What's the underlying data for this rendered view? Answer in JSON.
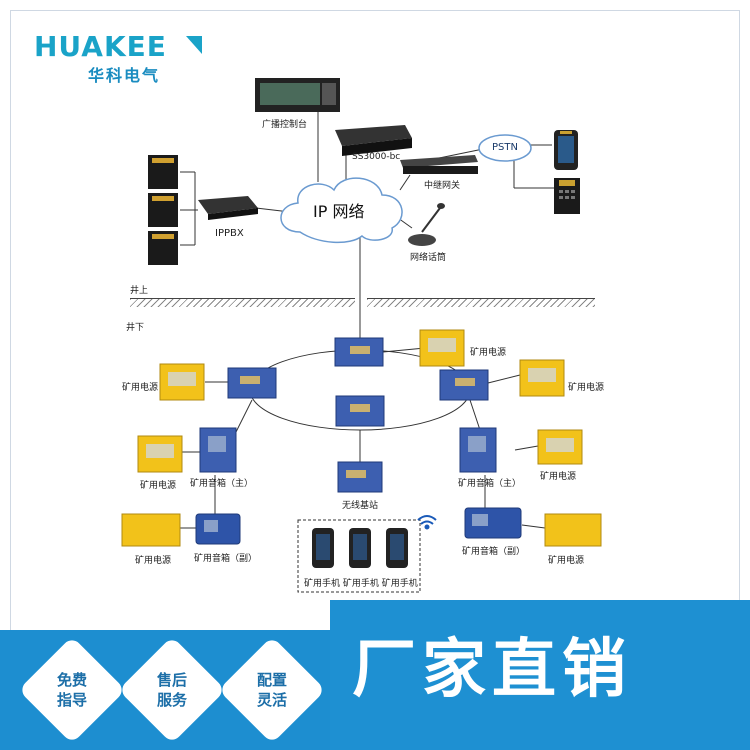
{
  "brand": {
    "name_en": "HUAKEE",
    "name_cn": "华科电气"
  },
  "labels": {
    "console": "广播控制台",
    "ss3000": "SS3000-bc",
    "pstn": "PSTN",
    "relay_gateway": "中继网关",
    "ip_network": "IP 网络",
    "ippbx": "IPPBX",
    "network_mic": "网络话筒",
    "above_ground": "井上",
    "below_ground": "井下",
    "power_1": "矿用电源",
    "power_2": "矿用电源",
    "power_3": "矿用电源",
    "power_4": "矿用电源",
    "power_5": "矿用电源",
    "power_6": "矿用电源",
    "speaker_main_left": "矿用音箱（主）",
    "speaker_main_right": "矿用音箱（主）",
    "speaker_sub_left": "矿用音箱（副）",
    "speaker_sub_right": "矿用音箱（副）",
    "wireless_base": "无线基站",
    "phones": "矿用手机 矿用手机 矿用手机"
  },
  "badges": [
    {
      "line1": "免费",
      "line2": "指导"
    },
    {
      "line1": "售后",
      "line2": "服务"
    },
    {
      "line1": "配置",
      "line2": "灵活"
    }
  ],
  "banner": "厂家直销",
  "colors": {
    "brand": "#1aa3c8",
    "banner_bg": "#1d8ed0",
    "switch_blue": "#3d5fb0",
    "power_yellow": "#f2c21a"
  }
}
